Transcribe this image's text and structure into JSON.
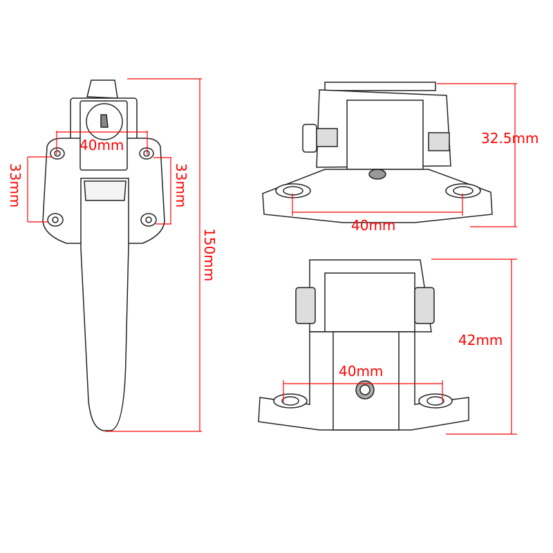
{
  "diagram": {
    "subject": "door latch handle dimension drawing",
    "colors": {
      "dimension": "#ff0000",
      "outline": "#222222",
      "background": "#ffffff"
    },
    "views": [
      {
        "name": "front-handle-view",
        "dimensions": {
          "hole_spacing_horizontal": "40mm",
          "hole_spacing_vertical_left": "33mm",
          "hole_spacing_vertical_right": "33mm",
          "total_length": "150mm"
        }
      },
      {
        "name": "top-side-view",
        "dimensions": {
          "hole_spacing": "40mm",
          "height": "32.5mm"
        }
      },
      {
        "name": "bottom-side-view",
        "dimensions": {
          "hole_spacing": "40mm",
          "height": "42mm"
        }
      }
    ]
  }
}
